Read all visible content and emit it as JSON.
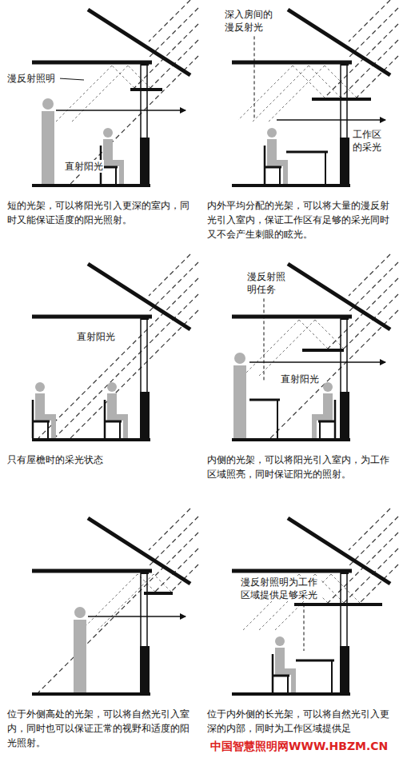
{
  "diagram": {
    "labels": [
      "漫反射照明",
      "直射阳光",
      "短的光架，可以将阳光引入更深的室内，同时又能保证适度的阳光照射。",
      "深入房间的漫反射光",
      "工作区的采光",
      "内外平均分配的光架，可以将大量的漫反射光引入室内，保证工作区有足够的采光同时又不会产生刺眼的眩光。",
      "直射阳光",
      "只有屋檐时的采光状态",
      "漫反射照明任务",
      "直射阳光",
      "内侧的光架，可以将阳光引入室内，为工作区域照亮，同时保证阳光的照射。",
      "位于外侧高处的光架，可以将自然光引入室内，同时也可以保证正常的视野和适度的阳光照射。",
      "漫反射照明为工作区域提供足够采光",
      "位于内外侧的长光架，可以将自然光引入更深的内部，同时为工作区域提供足",
      "中国智慧照明网WWW.HBZM.CN"
    ]
  }
}
